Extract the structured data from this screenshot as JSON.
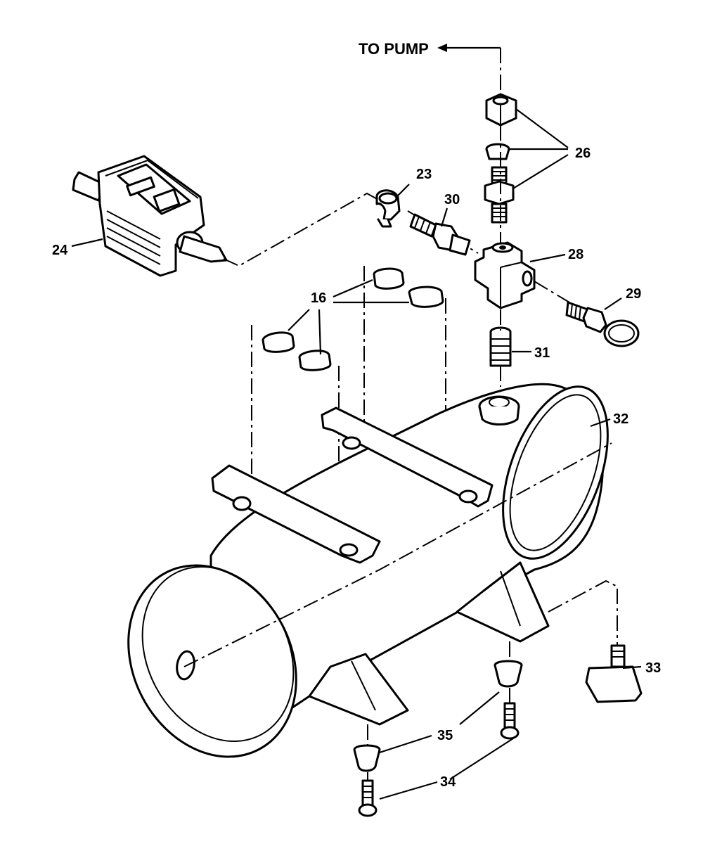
{
  "diagram": {
    "flow_label": "TO PUMP",
    "callouts": {
      "c16": "16",
      "c23": "23",
      "c24": "24",
      "c26": "26",
      "c28": "28",
      "c29": "29",
      "c30": "30",
      "c31": "31",
      "c32": "32",
      "c33": "33",
      "c34": "34",
      "c35": "35"
    },
    "parts": [
      "pressure-switch",
      "clamp",
      "fitting-nut",
      "compression-sleeve",
      "nipple",
      "cross-fitting",
      "safety-valve",
      "check-valve",
      "drain-fitting",
      "tank",
      "saddle-brackets",
      "rubber-pads",
      "rubber-feet",
      "foot-screws",
      "drain-valve"
    ]
  }
}
